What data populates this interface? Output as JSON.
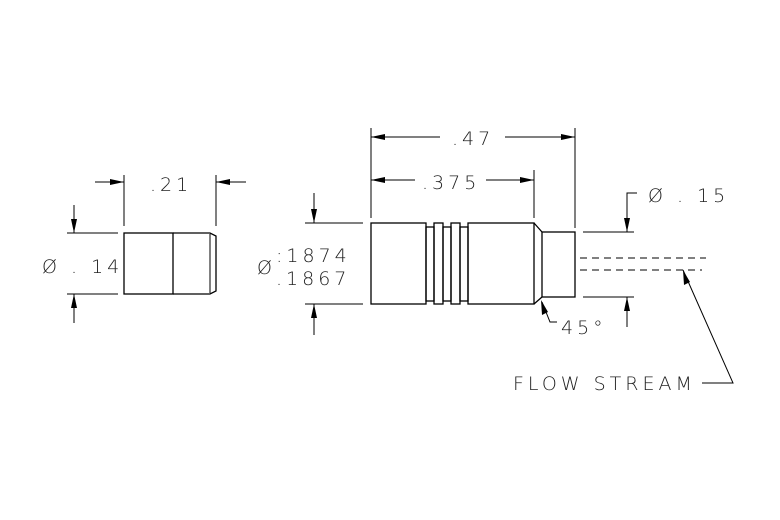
{
  "left_part": {
    "length_dim": ".21",
    "diameter_dim": "Ø . 14"
  },
  "main_part": {
    "overall_length_dim": ".47",
    "body_length_dim": ".375",
    "diameter_symbol": "Ø",
    "diameter_max": ":1874",
    "diameter_min": ".1867",
    "chamfer_dim": "45°",
    "nozzle_diameter_dim": "Ø . 15",
    "flow_label": "FLOW STREAM"
  }
}
